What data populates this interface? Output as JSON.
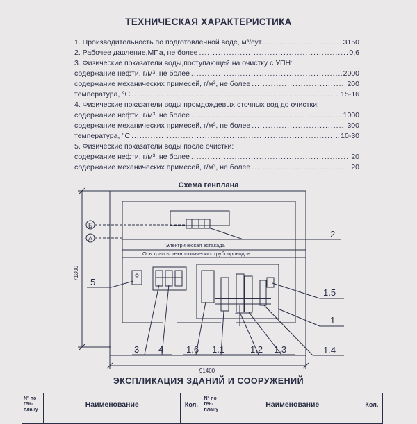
{
  "document": {
    "title": "ТЕХНИЧЕСКАЯ ХАРАКТЕРИСТИКА",
    "specs": [
      {
        "label": "1. Производительность по подготовленной воде, м³/сут",
        "value": "3150"
      },
      {
        "label": "2. Рабочее давление,МПа, не более",
        "value": "0,6"
      },
      {
        "label": "3. Физические показатели воды,поступающей на очистку с УПН:",
        "value": ""
      },
      {
        "label": "содержание нефти, г/м³, не более",
        "value": "2000"
      },
      {
        "label": "содержание механических примесей, г/м³, не более",
        "value": "200"
      },
      {
        "label": "температура, °С",
        "value": "15-16"
      },
      {
        "label": "4. Физические показатели воды промдождевых сточных вод до очистки:",
        "value": ""
      },
      {
        "label": "содержание нефти, г/м³, не более",
        "value": "1000"
      },
      {
        "label": "содержание механических примесей, г/м³, не более",
        "value": "300"
      },
      {
        "label": "температура, °С",
        "value": "10-30"
      },
      {
        "label": "5. Физические показатели воды после очистки:",
        "value": ""
      },
      {
        "label": "содержание нефти, г/м³, не более",
        "value": "20"
      },
      {
        "label": "содержание механических примесей, г/м³, не более",
        "value": "20"
      }
    ],
    "scheme": {
      "title": "Схема генплана",
      "axis_b": "Б",
      "axis_a": "А",
      "overpass_label": "Электрическая эстакада",
      "pipeline_label": "Ось трассы технологических трубопроводов",
      "dim_vertical": "71300",
      "dim_horizontal": "91400",
      "callouts": {
        "c2": "2",
        "c5": "5",
        "c15": "1.5",
        "c1": "1",
        "c14": "1.4",
        "c3": "3",
        "c4": "4",
        "c16": "1.6",
        "c11": "1.1",
        "c12": "1.2",
        "c13": "1.3"
      }
    },
    "explication": {
      "title": "ЭКСПЛИКАЦИЯ  ЗДАНИЙ И СООРУЖЕНИЙ",
      "headers": {
        "num": "N° по ген- плану",
        "name": "Наименование",
        "qty": "Кол."
      }
    }
  }
}
